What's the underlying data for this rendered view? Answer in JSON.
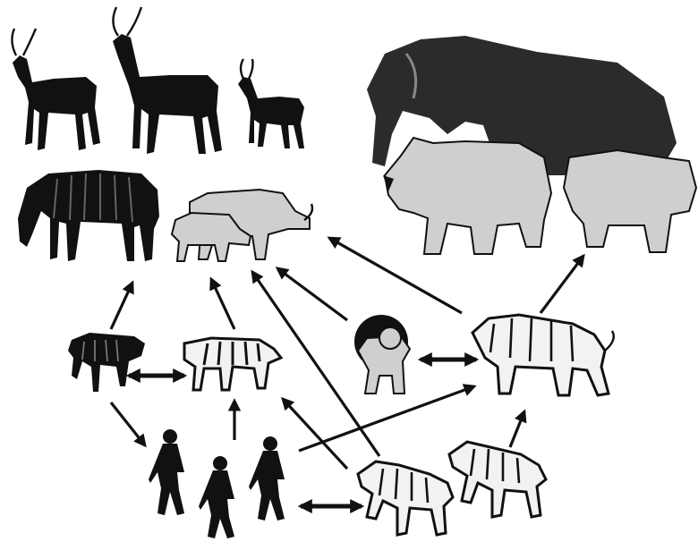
{
  "colors": {
    "ink": "#111111",
    "paper": "#ffffff",
    "shade": "#cfcfcf"
  },
  "nodes": [
    {
      "id": "antelopes",
      "icon": "antelope-group-icon"
    },
    {
      "id": "zebra",
      "icon": "zebra-icon"
    },
    {
      "id": "warthogs",
      "icon": "warthog-group-icon"
    },
    {
      "id": "megaherbivores",
      "icon": "elephant-rhino-hippo-icon"
    },
    {
      "id": "small-cat",
      "icon": "sabertooth-small-icon"
    },
    {
      "id": "striped-cat",
      "icon": "sabertooth-striped-icon"
    },
    {
      "id": "lion",
      "icon": "lion-icon"
    },
    {
      "id": "large-sabertooth",
      "icon": "sabertooth-large-icon"
    },
    {
      "id": "hominins",
      "icon": "hominin-group-icon"
    },
    {
      "id": "hyena-1",
      "icon": "hyena-icon"
    },
    {
      "id": "hyena-2",
      "icon": "hyena-icon"
    }
  ]
}
